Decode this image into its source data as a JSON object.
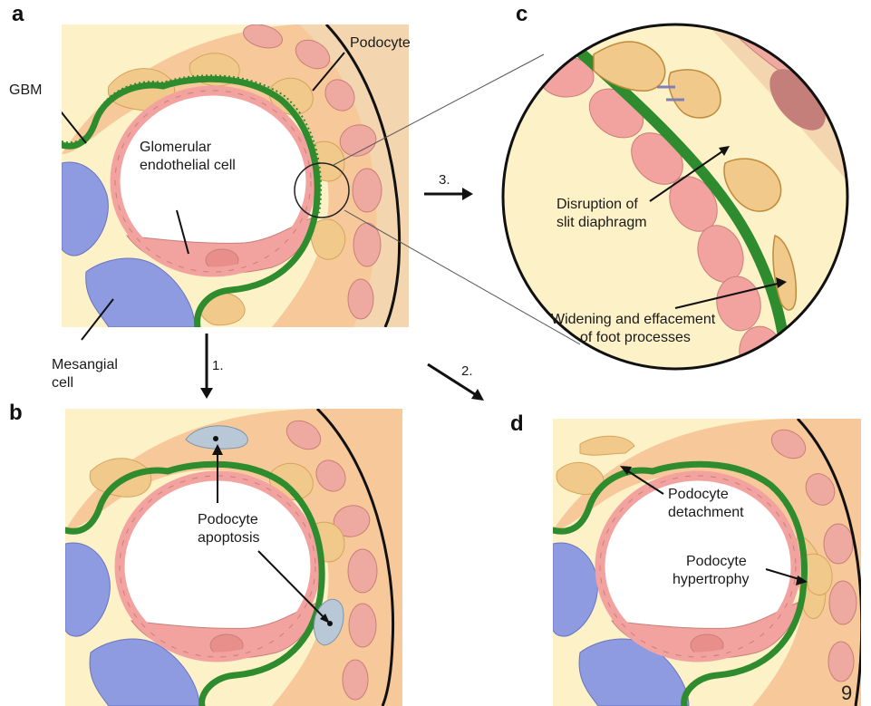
{
  "panels": {
    "a": {
      "letter": "a",
      "labels": {
        "podocyte": "Podocyte",
        "gbm": "GBM",
        "endothelial_line1": "Glomerular",
        "endothelial_line2": "endothelial cell",
        "mesangial_line1": "Mesangial",
        "mesangial_line2": "cell"
      }
    },
    "b": {
      "letter": "b",
      "labels": {
        "apoptosis_line1": "Podocyte",
        "apoptosis_line2": "apoptosis"
      }
    },
    "c": {
      "letter": "c",
      "labels": {
        "disruption_line1": "Disruption of",
        "disruption_line2": "slit diaphragm",
        "widening_line1": "Widening and effacement",
        "widening_line2": "of foot processes"
      }
    },
    "d": {
      "letter": "d",
      "labels": {
        "detachment_line1": "Podocyte",
        "detachment_line2": "detachment",
        "hypertrophy_line1": "Podocyte",
        "hypertrophy_line2": "hypertrophy"
      }
    }
  },
  "steps": {
    "one": "1.",
    "two": "2.",
    "three": "3."
  },
  "page_number": "9",
  "colors": {
    "background_panel": "#fdf1c8",
    "bowman_space": "#f7c99a",
    "gbm": "#2e8b2e",
    "endothelial": "#f2a3a0",
    "mesangial": "#8f9be0",
    "podocyte": "#f1c98b",
    "capsule_cell": "#eea9a0",
    "apoptotic_cell": "#b9c8d6"
  }
}
